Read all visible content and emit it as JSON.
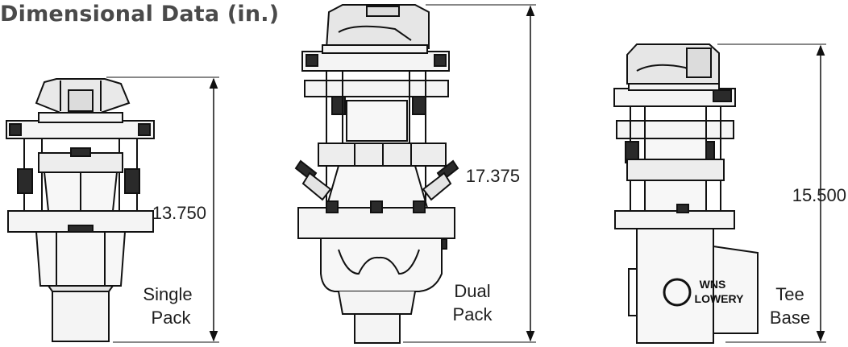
{
  "title": "Dimensional Data (in.)",
  "colors": {
    "line": "#111111",
    "body_fill": "#f4f4f4",
    "dark_fill": "#2a2a2a",
    "title": "#4a4a4a"
  },
  "units": [
    {
      "dimension": "13.750",
      "label_line1": "Single",
      "label_line2": "Pack"
    },
    {
      "dimension": "17.375",
      "label_line1": "Dual",
      "label_line2": "Pack"
    },
    {
      "dimension": "15.500",
      "label_line1": "Tee",
      "label_line2": "Base",
      "stamp_line1": "WNS",
      "stamp_line2": "LOWERY"
    }
  ]
}
